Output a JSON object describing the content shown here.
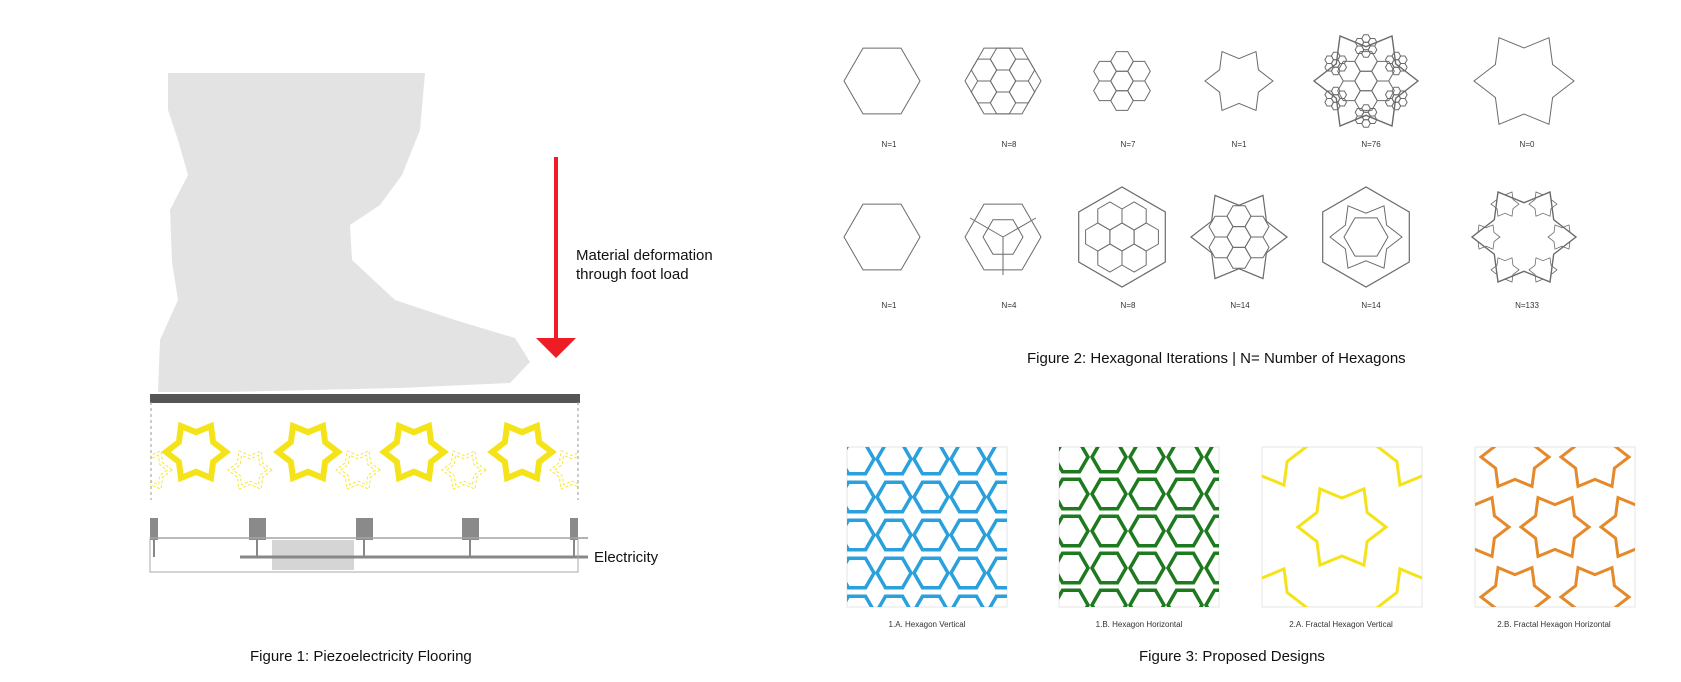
{
  "figure1": {
    "caption": "Figure 1: Piezoelectricity Flooring",
    "annotation_load": "Material deformation through foot load",
    "annotation_output": "Electricity",
    "colors": {
      "foot": "#e3e3e3",
      "arrow": "#ee1c25",
      "tile": "#f5e31a",
      "plate": "#555555",
      "rail": "#888888"
    }
  },
  "figure2": {
    "caption": "Figure 2: Hexagonal Iterations | N= Number of Hexagons",
    "row1_labels": [
      "N=1",
      "N=8",
      "N=7",
      "N=1",
      "N=76",
      "N=0"
    ],
    "row2_labels": [
      "N=1",
      "N=4",
      "N=8",
      "N=14",
      "N=14",
      "N=133"
    ]
  },
  "figure3": {
    "caption": "Figure 3: Proposed Designs",
    "designs": [
      {
        "label": "1.A. Hexagon Vertical",
        "color": "#2aa0dc"
      },
      {
        "label": "1.B. Hexagon Horizontal",
        "color": "#1e7a1e"
      },
      {
        "label": "2.A. Fractal Hexagon Vertical",
        "color": "#f5e31a"
      },
      {
        "label": "2.B. Fractal Hexagon Horizontal",
        "color": "#e5892a"
      }
    ]
  }
}
